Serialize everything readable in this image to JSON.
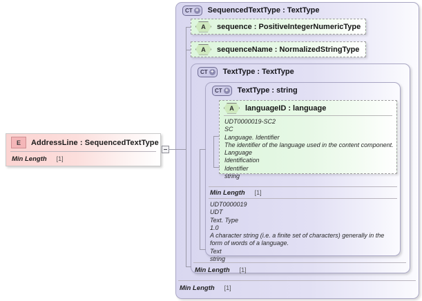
{
  "diagram": {
    "kind": "xsd-schema-tree",
    "element": {
      "icon": "element-badge-icon",
      "badge_label": "E",
      "title": "AddressLine : SequencedTextType",
      "facet_label": "Min Length",
      "facet_value": "[1]"
    },
    "collapse_toggle": {
      "icon": "minus-toggle-icon",
      "state": "expanded"
    },
    "outer_complex_type": {
      "icon": "complextype-badge-icon",
      "badge_label": "CT",
      "badge_plus": "+",
      "title": "SequencedTextType : TextType",
      "facet_label": "Min Length",
      "facet_value": "[1]"
    },
    "attributes": [
      {
        "icon": "attribute-badge-icon",
        "badge_label": "A",
        "title": "sequence : PositiveIntegerNumericType"
      },
      {
        "icon": "attribute-badge-icon",
        "badge_label": "A",
        "title": "sequenceName : NormalizedStringType"
      }
    ],
    "mid_complex_type": {
      "icon": "complextype-badge-icon",
      "badge_label": "CT",
      "badge_plus": "+",
      "title": "TextType : TextType",
      "facet_label": "Min Length",
      "facet_value": "[1]"
    },
    "inner_complex_type": {
      "icon": "complextype-badge-icon",
      "badge_label": "CT",
      "badge_plus": "+",
      "title": "TextType : string",
      "facet_label": "Min Length",
      "facet_value": "[1]",
      "documentation": [
        "UDT0000019",
        "UDT",
        "Text. Type",
        "1.0",
        "A character string (i.e. a finite set of characters) generally in the form of words of a language.",
        "Text",
        "string"
      ]
    },
    "language_attribute": {
      "icon": "attribute-badge-icon",
      "badge_label": "A",
      "title": "languageID : language",
      "documentation": [
        "UDT0000019-SC2",
        "SC",
        "Language. Identifier",
        "The identifier of the language used in the content component.",
        "Language",
        "Identification",
        "Identifier",
        "string"
      ]
    }
  },
  "colors": {
    "element_fill": "#fbd4d2",
    "complextype_fill": "#d9d7f0",
    "attribute_fill": "#ddf6dd",
    "connector": "#9a98a8"
  }
}
